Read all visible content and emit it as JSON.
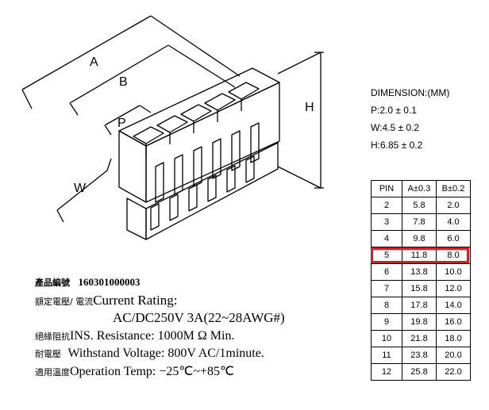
{
  "labels": {
    "A": "A",
    "B": "B",
    "P": "P",
    "W": "W",
    "H": "H"
  },
  "dimensions": {
    "heading": "DIMENSION:(MM)",
    "p": "P:2.0 ± 0.1",
    "w": "W:4.5 ± 0.2",
    "h": "H:6.85 ± 0.2"
  },
  "part": {
    "label": "產品編號",
    "number": "160301000003"
  },
  "specs": {
    "current_label": "額定電壓/ 電流",
    "current_text": "Current  Rating:",
    "current_value": "AC/DC250V  3A(22~28AWG#)",
    "ins_label": "絕緣阻抗",
    "ins_text": "INS. Resistance: 1000M Ω Min.",
    "withstand_label": "耐電壓",
    "withstand_text": "Withstand  Voltage:  800V  AC/1minute.",
    "temp_label": "適用溫度",
    "temp_text": "Operation  Temp: −25℃~+85℃"
  },
  "table": {
    "headers": [
      "PIN",
      "A±0.3",
      "B±0.2"
    ],
    "rows": [
      [
        "2",
        "5.8",
        "2.0"
      ],
      [
        "3",
        "7.8",
        "4.0"
      ],
      [
        "4",
        "9.8",
        "6.0"
      ],
      [
        "5",
        "11.8",
        "8.0"
      ],
      [
        "6",
        "13.8",
        "10.0"
      ],
      [
        "7",
        "15.8",
        "12.0"
      ],
      [
        "8",
        "17.8",
        "14.0"
      ],
      [
        "9",
        "19.8",
        "16.0"
      ],
      [
        "10",
        "21.8",
        "18.0"
      ],
      [
        "11",
        "23.8",
        "20.0"
      ],
      [
        "12",
        "25.8",
        "22.0"
      ]
    ],
    "highlighted_pin": "5",
    "highlight_color": "#e0191e"
  }
}
